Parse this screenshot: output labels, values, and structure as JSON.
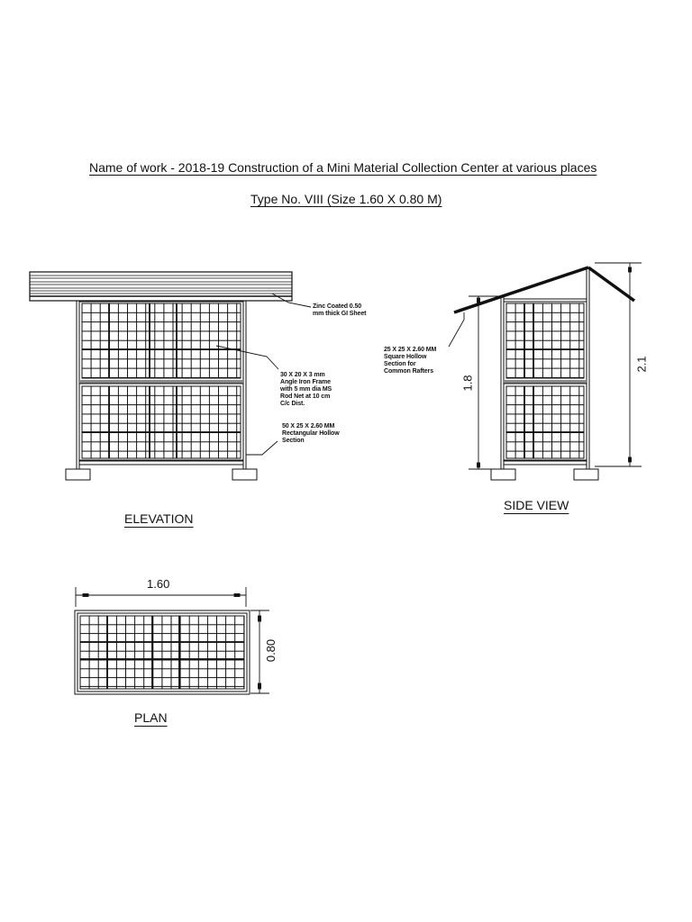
{
  "header": {
    "title": "Name of work - 2018-19 Construction of a Mini Material Collection Center at various places",
    "subtitle": "Type No. VIII  (Size 1.60 X 0.80 M)"
  },
  "elevation": {
    "label": "ELEVATION",
    "grid": {
      "columns": 18,
      "rows_per_panel": 8,
      "panels": 2
    },
    "notes": {
      "roof": "Zinc Coated 0.50\nmm thick GI Sheet",
      "frame": "30 X 20 X 3 mm\nAngle Iron Frame\nwith 5 mm dia MS\nRod Net at 10 cm\nC/c Dist.",
      "post": "50 X 25 X 2.60 MM\nRectangular Hollow\nSection"
    }
  },
  "side_view": {
    "label": "SIDE VIEW",
    "grid": {
      "columns": 9,
      "rows_per_panel": 8,
      "panels": 2
    },
    "notes": {
      "rafter": "25 X 25 X 2.60 MM\nSquare Hollow\nSection for\nCommon Rafters"
    },
    "dimensions": {
      "low_height": "1.8",
      "high_height": "2.1"
    }
  },
  "plan": {
    "label": "PLAN",
    "grid": {
      "columns": 18,
      "rows": 8
    },
    "dimensions": {
      "length": "1.60",
      "width": "0.80"
    }
  },
  "colors": {
    "line": "#111111",
    "mid_rail": "#888888",
    "background": "#ffffff"
  }
}
